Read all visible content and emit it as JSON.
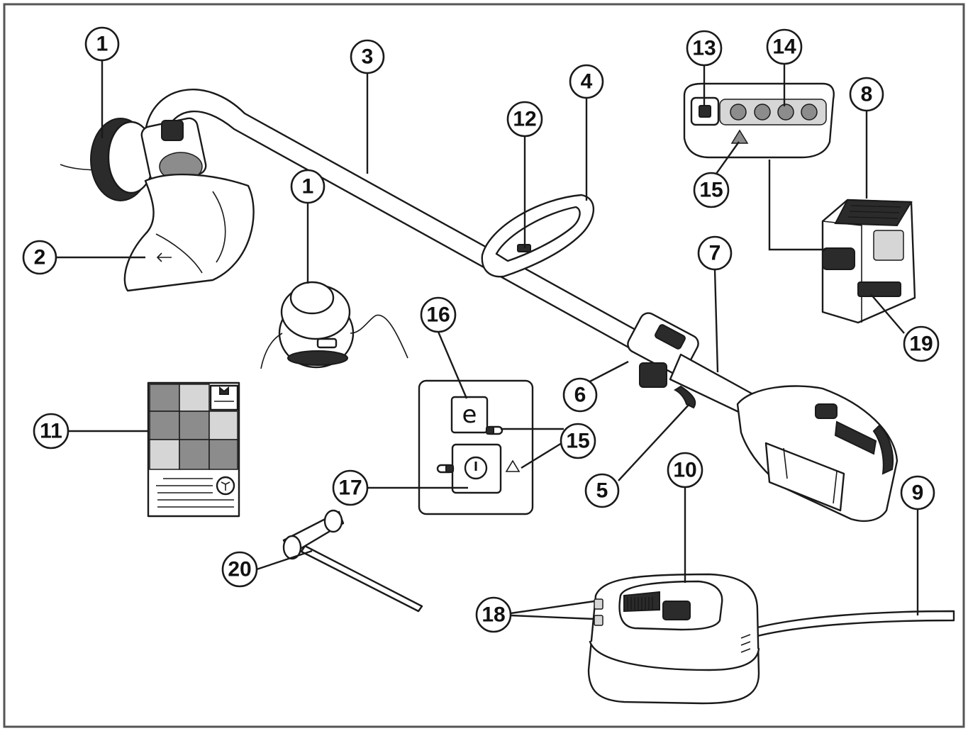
{
  "callouts": [
    {
      "id": "c1a",
      "label": "1"
    },
    {
      "id": "c1b",
      "label": "1"
    },
    {
      "id": "c2",
      "label": "2"
    },
    {
      "id": "c3",
      "label": "3"
    },
    {
      "id": "c4",
      "label": "4"
    },
    {
      "id": "c5",
      "label": "5"
    },
    {
      "id": "c6",
      "label": "6"
    },
    {
      "id": "c7",
      "label": "7"
    },
    {
      "id": "c8",
      "label": "8"
    },
    {
      "id": "c9",
      "label": "9"
    },
    {
      "id": "c10",
      "label": "10"
    },
    {
      "id": "c11",
      "label": "11"
    },
    {
      "id": "c12",
      "label": "12"
    },
    {
      "id": "c13",
      "label": "13"
    },
    {
      "id": "c14",
      "label": "14"
    },
    {
      "id": "c15a",
      "label": "15"
    },
    {
      "id": "c15b",
      "label": "15"
    },
    {
      "id": "c16",
      "label": "16"
    },
    {
      "id": "c17",
      "label": "17"
    },
    {
      "id": "c18",
      "label": "18"
    },
    {
      "id": "c19",
      "label": "19"
    },
    {
      "id": "c20",
      "label": "20"
    }
  ],
  "keypad": {
    "eco_glyph": "e",
    "power_glyph": "⏻"
  },
  "icons": {
    "warning": "warning-triangle-icon",
    "manual": "book-icon",
    "brand": "husqvarna-logo"
  }
}
